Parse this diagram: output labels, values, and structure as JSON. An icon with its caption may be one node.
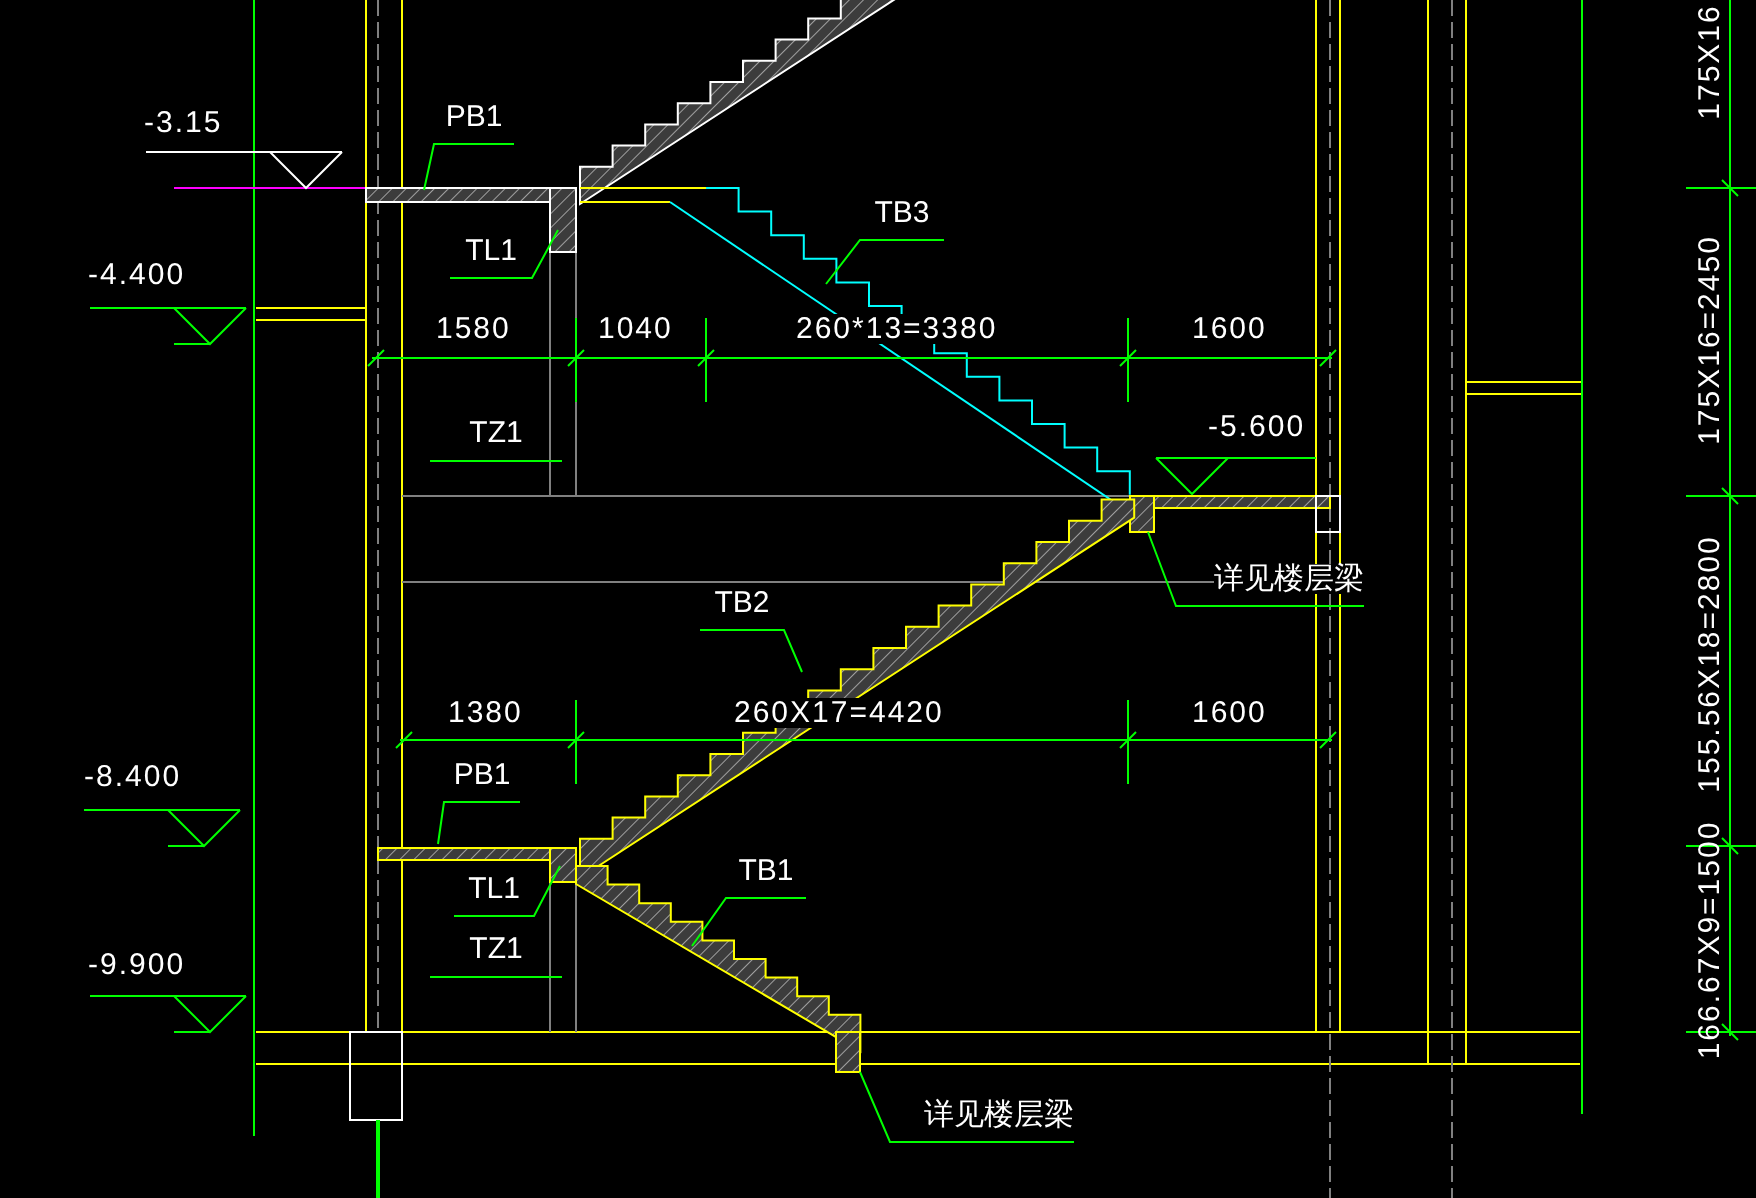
{
  "diagram": {
    "nodes": [
      {
        "text": [
          "PB1"
        ]
      },
      {
        "text": [
          "TL1"
        ]
      },
      {
        "text": [
          "TZ1"
        ]
      },
      {
        "text": [
          "TB3"
        ]
      },
      {
        "text": [
          "详见楼层梁"
        ]
      },
      {
        "text": [
          "TB2"
        ]
      },
      {
        "text": [
          "PB1"
        ]
      },
      {
        "text": [
          "TL1"
        ]
      },
      {
        "text": [
          "TZ1"
        ]
      },
      {
        "text": [
          "TB1"
        ]
      },
      {
        "text": [
          "详见楼层梁"
        ]
      }
    ],
    "edges": [
      {
        "from": 0,
        "to": null,
        "arrow": "none"
      },
      {
        "from": 1,
        "to": null,
        "arrow": "none"
      },
      {
        "from": 3,
        "to": null,
        "arrow": "none"
      },
      {
        "from": 4,
        "to": null,
        "arrow": "none"
      },
      {
        "from": 5,
        "to": null,
        "arrow": "none"
      },
      {
        "from": 6,
        "to": null,
        "arrow": "none"
      },
      {
        "from": 7,
        "to": null,
        "arrow": "none"
      },
      {
        "from": 9,
        "to": null,
        "arrow": "none"
      },
      {
        "from": 10,
        "to": null,
        "arrow": "none"
      }
    ],
    "labels": [
      "175X16",
      "-3.15",
      "175X16=2450",
      "-4.400",
      "1580",
      "1040",
      "260*13=3380",
      "1600",
      "-5.600",
      "155.56X18=2800",
      "1380",
      "260X17=4420",
      "1600",
      "-8.400",
      "166.67X9=1500",
      "-9.900"
    ]
  }
}
